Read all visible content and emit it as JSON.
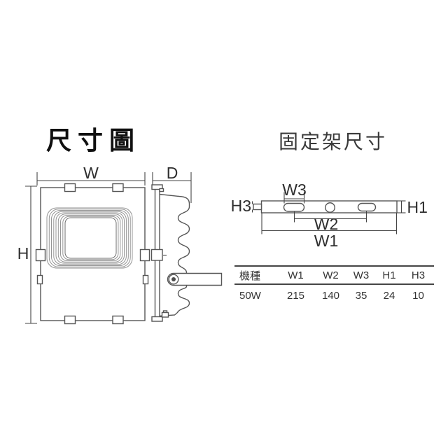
{
  "titles": {
    "main": "尺寸圖",
    "bracket": "固定架尺寸"
  },
  "front_view": {
    "width_label": "W",
    "height_label": "H"
  },
  "side_view": {
    "depth_label": "D"
  },
  "bracket_view": {
    "w3_label": "W3",
    "h3_label": "H3",
    "h1_label": "H1",
    "w2_label": "W2",
    "w1_label": "W1"
  },
  "table": {
    "headers": [
      "機種",
      "W1",
      "W2",
      "W3",
      "H1",
      "H3"
    ],
    "rows": [
      [
        "50W",
        "215",
        "140",
        "35",
        "24",
        "10"
      ]
    ]
  },
  "colors": {
    "background": "#ffffff",
    "outline": "#565656",
    "dimension_line": "#454545",
    "ring_line": "#949494",
    "text": "#2e2e2e",
    "title": "#101010",
    "subtitle": "#3a3a3a"
  }
}
